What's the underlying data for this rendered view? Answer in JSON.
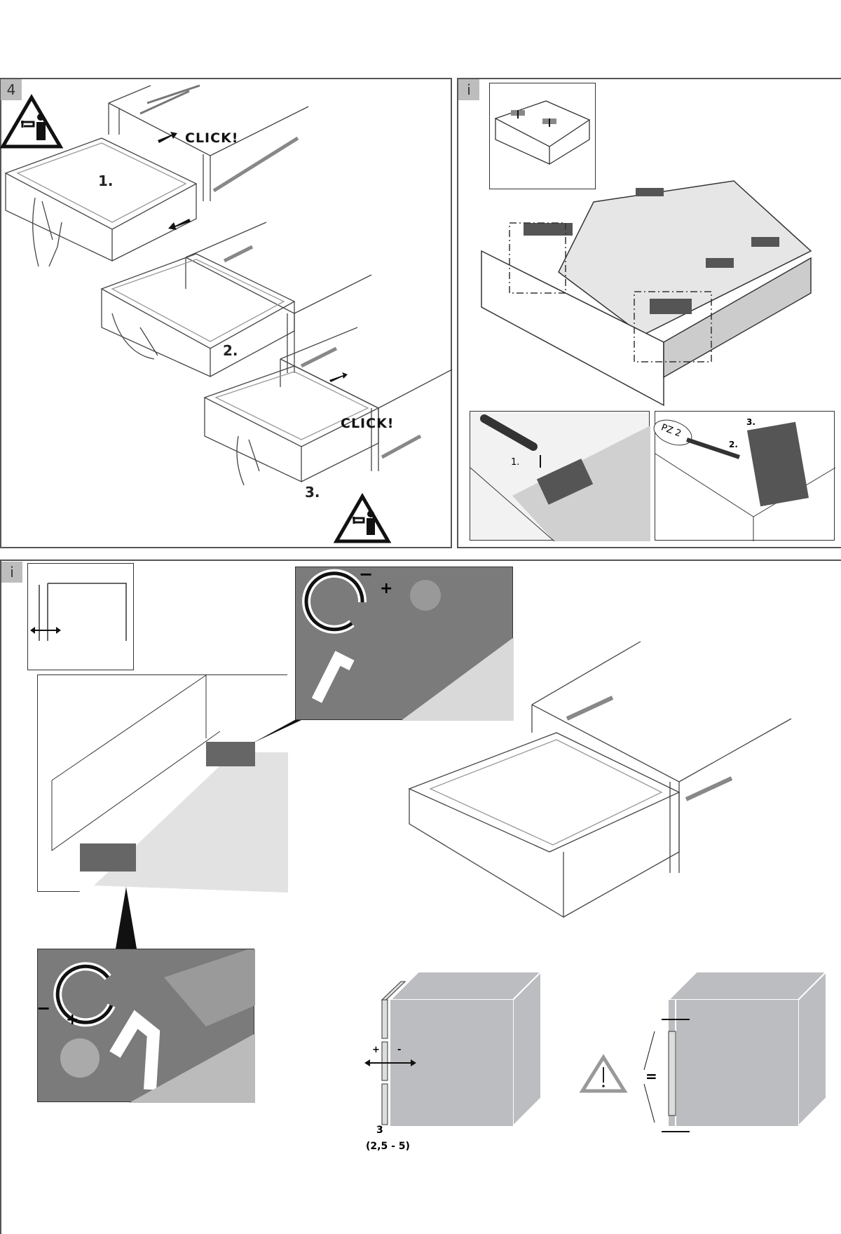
{
  "step_panel": {
    "number": "4",
    "click_label_1": "CLICK!",
    "click_label_2": "CLICK!",
    "steps": [
      "1.",
      "2.",
      "3."
    ]
  },
  "info_panel_top": {
    "tag": "i",
    "detail_left_step": "1.",
    "detail_right_tool": "PZ 2",
    "detail_right_steps": [
      "2.",
      "3."
    ]
  },
  "info_panel_bottom": {
    "tag": "i",
    "minus": "−",
    "plus": "+",
    "minus_2": "−",
    "plus_2": "+",
    "gap_value": "3",
    "gap_range": "(2,5 - 5)",
    "adjust_plus": "+",
    "adjust_minus": "-",
    "equal_sign": "="
  },
  "colors": {
    "border": "#555555",
    "panel_gray": "#bdbdbd",
    "cube_gray": "#bcbdc0",
    "dark_gray": "#6e6e6e"
  }
}
